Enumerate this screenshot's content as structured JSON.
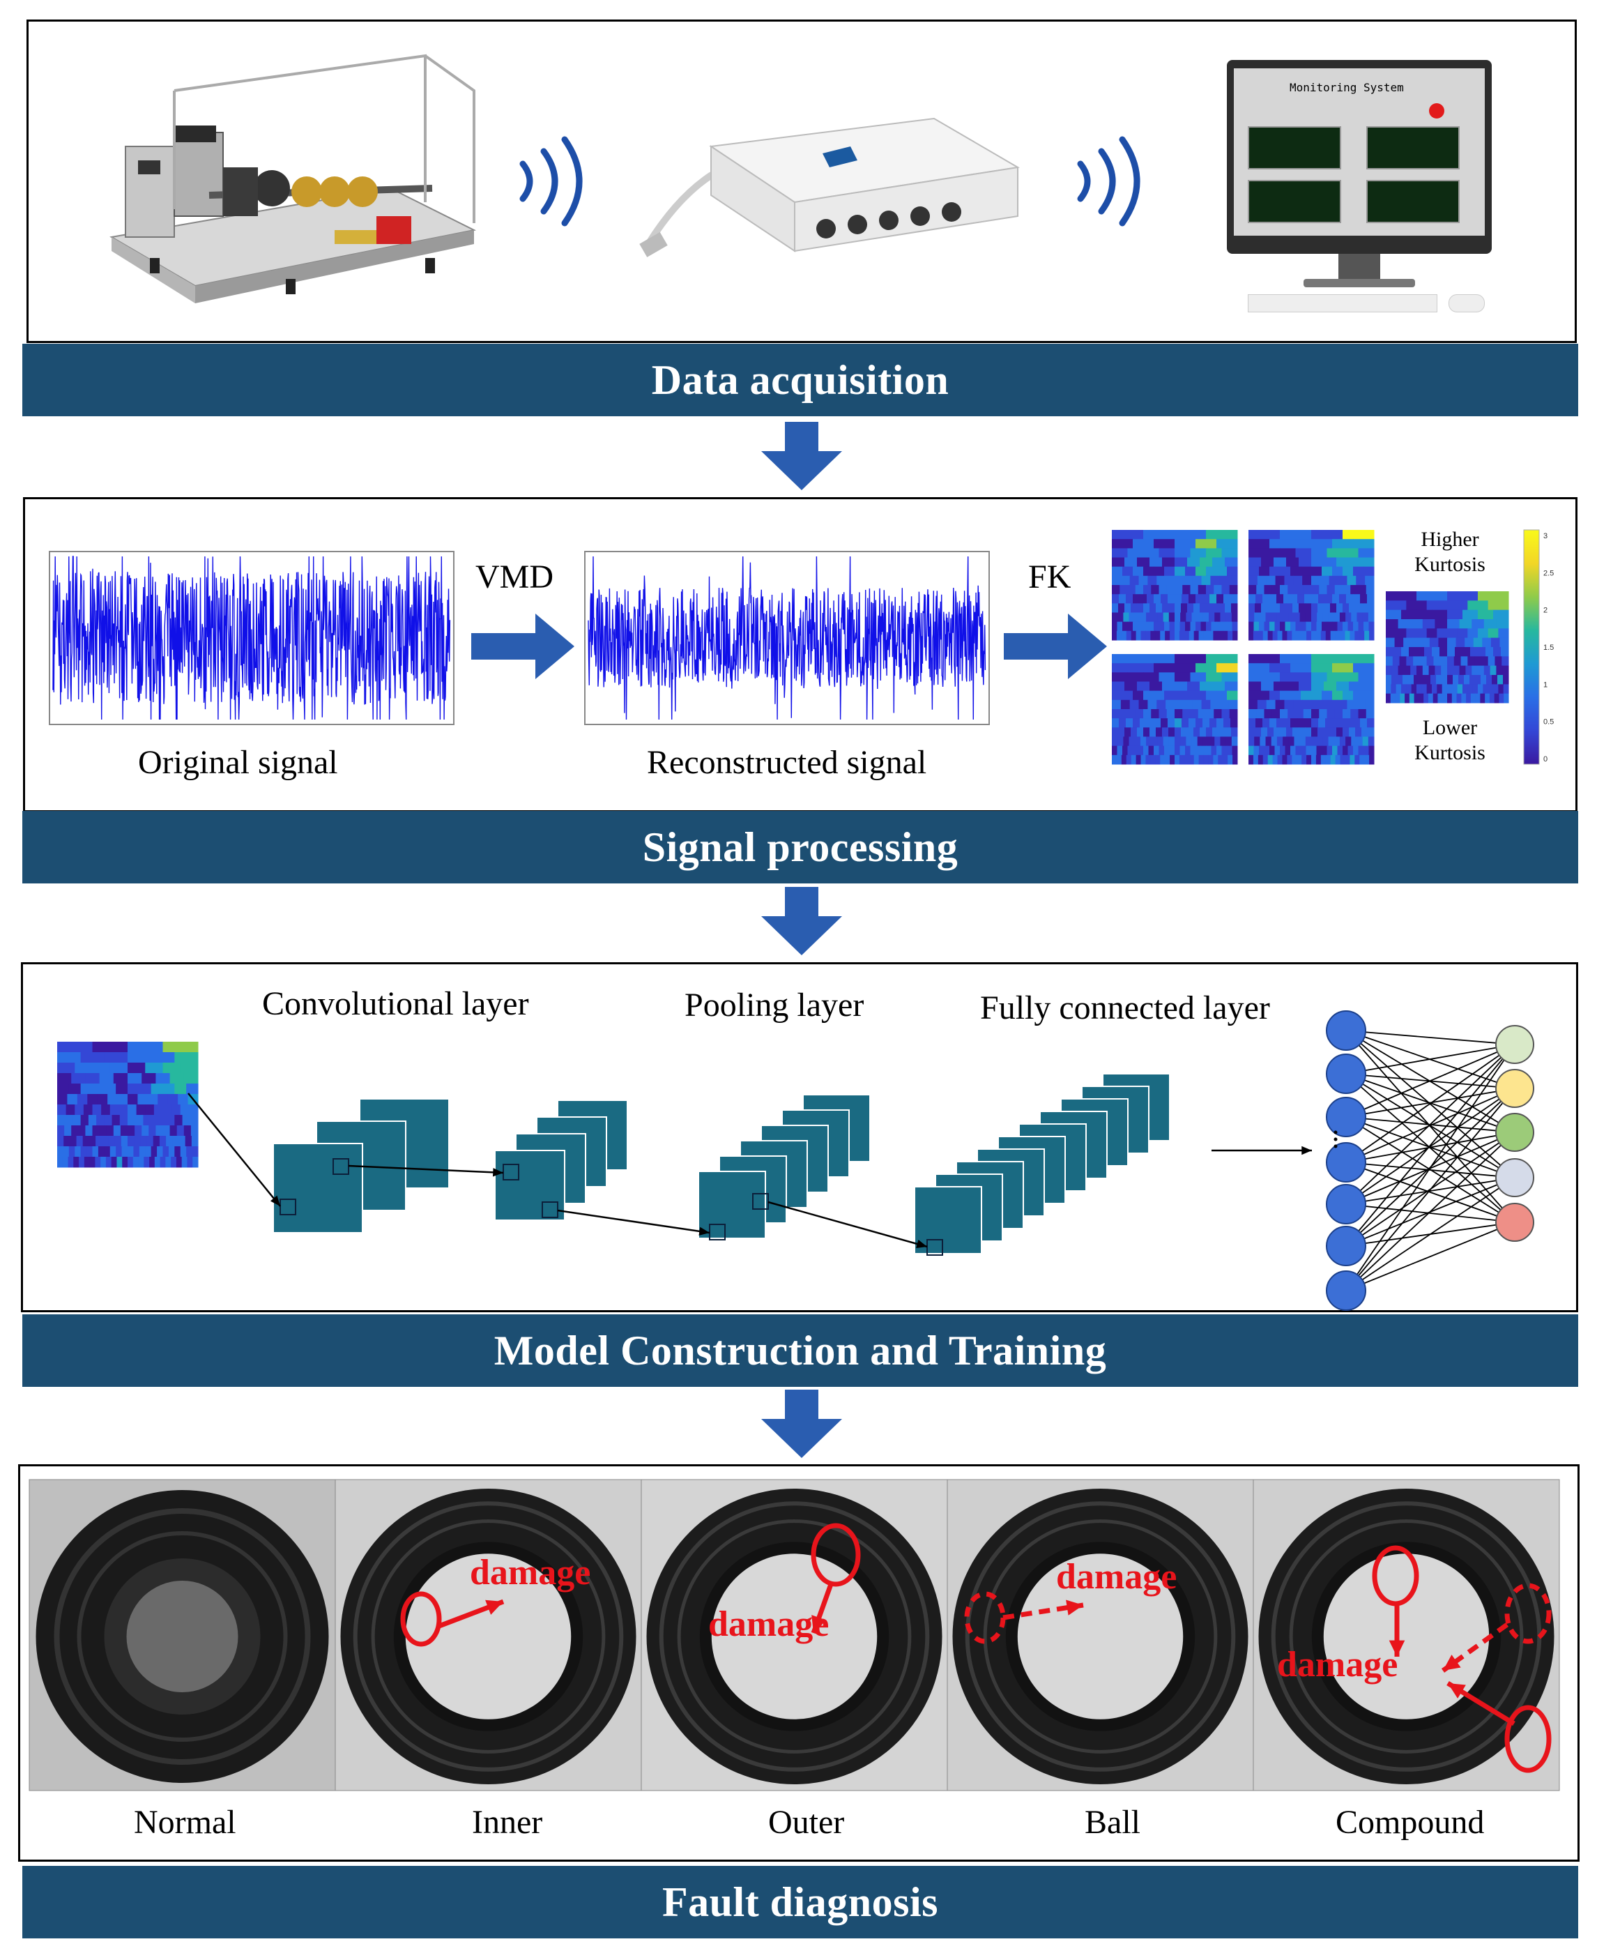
{
  "sections": {
    "acquisition": "Data acquisition",
    "processing": "Signal processing",
    "model": "Model Construction and Training",
    "diagnosis": "Fault diagnosis"
  },
  "acquisition": {
    "monitor_title": "Monitoring System"
  },
  "processing": {
    "step1": "VMD",
    "step2": "FK",
    "original": "Original signal",
    "reconstructed": "Reconstructed signal",
    "higher": "Higher Kurtosis",
    "lower": "Lower Kurtosis",
    "colorbar_ticks": [
      "3",
      "2.5",
      "2",
      "1.5",
      "1",
      "0.5",
      "0"
    ]
  },
  "model": {
    "conv": "Convolutional layer",
    "pool": "Pooling layer",
    "fc": "Fully connected layer",
    "output_colors": [
      "#d9e9c8",
      "#fde58f",
      "#9ccb79",
      "#d5dbe9",
      "#ee8f87"
    ]
  },
  "diagnosis": {
    "damage_label": "damage",
    "classes": [
      "Normal",
      "Inner",
      "Outer",
      "Ball",
      "Compound"
    ]
  },
  "colors": {
    "banner": "#1c4e72",
    "arrow": "#2a5db0",
    "feature_map": "#1a6a82",
    "neuron": "#3c6fd6",
    "damage": "#e8141b",
    "signal": "#1010e8"
  }
}
